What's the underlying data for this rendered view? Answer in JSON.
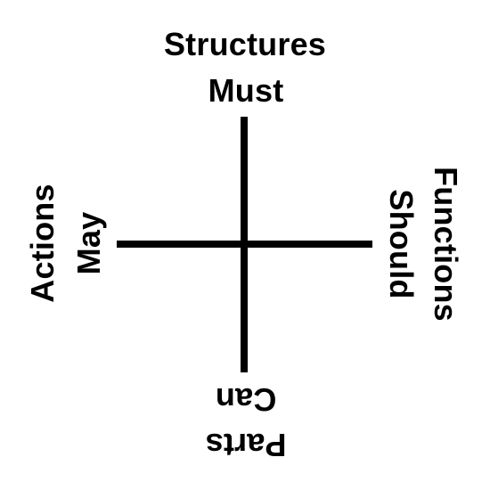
{
  "labels": {
    "top": {
      "outer": "Structures",
      "inner": "Must"
    },
    "right": {
      "outer": "Functions",
      "inner": "Should"
    },
    "bottom": {
      "outer": "Parts",
      "inner": "Can"
    },
    "left": {
      "outer": "Actions",
      "inner": "May"
    }
  },
  "colors": {
    "ink": "#000000",
    "background": "#ffffff"
  }
}
